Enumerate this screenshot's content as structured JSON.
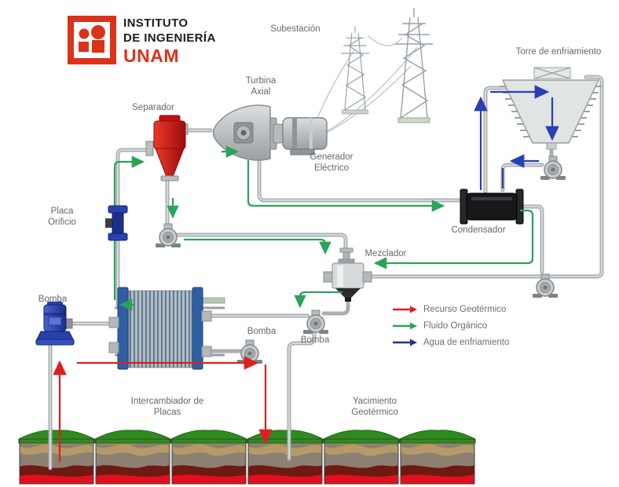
{
  "logo": {
    "institute_line1": "INSTITUTO",
    "institute_line2": "DE INGENIERÍA",
    "brand": "UNAM"
  },
  "labels": {
    "substation": "Subestación",
    "turbine_line1": "Turbina",
    "turbine_line2": "Axial",
    "separator": "Separador",
    "generator_line1": "Generador",
    "generator_line2": "Eléctrico",
    "cooling_tower": "Torre de enfriamiento",
    "condenser": "Condensador",
    "mixer": "Mezclador",
    "orifice_line1": "Placa",
    "orifice_line2": "Orificio",
    "pump_left": "Bomba",
    "pump_center": "Bomba",
    "pump_right": "Bomba",
    "heat_exchanger_line1": "Intercambiador de",
    "heat_exchanger_line2": "Placas",
    "reservoir_line1": "Yacimiento",
    "reservoir_line2": "Geotérmico"
  },
  "legend": {
    "items": [
      {
        "label": "Recurso Geotérmico",
        "color": "#de1f1f"
      },
      {
        "label": "Fluido Orgánico",
        "color": "#2aa35a"
      },
      {
        "label": "Agua de enfriamiento",
        "color": "#22308a"
      }
    ]
  },
  "colors": {
    "pipe_gray": "#a9aeb2",
    "geothermal_flow": "#de1f1f",
    "organic_flow": "#2aa35a",
    "cooling_flow": "#2a3fb0",
    "logo_red": "#da3318",
    "separator_red": "#c41212",
    "pump_blue": "#2742ae",
    "exchanger_plate_blue": "#2f5fa3",
    "grass_green": "#2e8c1e",
    "magma_red": "#e0101c"
  }
}
